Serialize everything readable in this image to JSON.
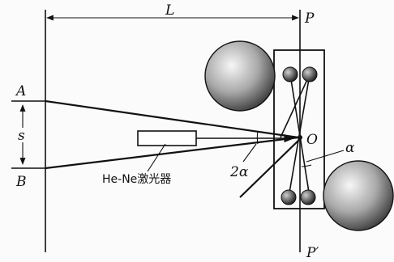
{
  "labels": {
    "distance": "L",
    "plane_top": "P",
    "plane_bottom": "P′",
    "point_a": "A",
    "point_b": "B",
    "separation": "s",
    "pivot": "O",
    "angle_alpha": "α",
    "angle_two_alpha": "2α",
    "laser": "He-Ne激光器"
  },
  "colors": {
    "ink": "#111111",
    "sphere_light": "#f2f2f2",
    "sphere_dark": "#3a3a3a",
    "background": "#fbfbfb"
  }
}
